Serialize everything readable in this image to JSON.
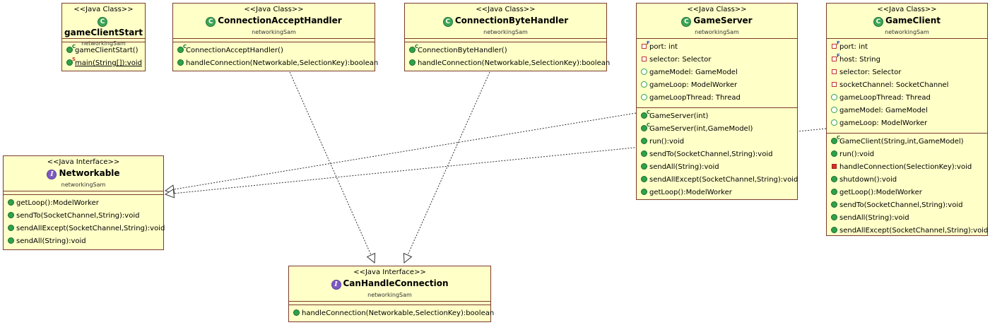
{
  "diagram": {
    "classes": [
      {
        "id": "gameClientStart",
        "stereotype": "<<Java Class>>",
        "kind": "class",
        "name": "gameClientStart",
        "package": "networkingSam",
        "fields": [],
        "methods": [
          {
            "text": "gameClientStart()",
            "vis": "public",
            "mod": "C"
          },
          {
            "text": "main(String[]):void",
            "vis": "public",
            "mod": "S",
            "static": true
          }
        ]
      },
      {
        "id": "ConnectionAcceptHandler",
        "stereotype": "<<Java Class>>",
        "kind": "class",
        "name": "ConnectionAcceptHandler",
        "package": "networkingSam",
        "fields": [],
        "methods": [
          {
            "text": "ConnectionAcceptHandler()",
            "vis": "public",
            "mod": "C"
          },
          {
            "text": "handleConnection(Networkable,SelectionKey):boolean",
            "vis": "public"
          }
        ]
      },
      {
        "id": "ConnectionByteHandler",
        "stereotype": "<<Java Class>>",
        "kind": "class",
        "name": "ConnectionByteHandler",
        "package": "networkingSam",
        "fields": [],
        "methods": [
          {
            "text": "ConnectionByteHandler()",
            "vis": "public",
            "mod": "C"
          },
          {
            "text": "handleConnection(Networkable,SelectionKey):boolean",
            "vis": "public"
          }
        ]
      },
      {
        "id": "GameServer",
        "stereotype": "<<Java Class>>",
        "kind": "class",
        "name": "GameServer",
        "package": "networkingSam",
        "fields": [
          {
            "text": "port: int",
            "vis": "private",
            "mod": "F"
          },
          {
            "text": "selector: Selector",
            "vis": "private"
          },
          {
            "text": "gameModel: GameModel",
            "vis": "package"
          },
          {
            "text": "gameLoop: ModelWorker",
            "vis": "package"
          },
          {
            "text": "gameLoopThread: Thread",
            "vis": "package"
          }
        ],
        "methods": [
          {
            "text": "GameServer(int)",
            "vis": "public",
            "mod": "C"
          },
          {
            "text": "GameServer(int,GameModel)",
            "vis": "public",
            "mod": "C"
          },
          {
            "text": "run():void",
            "vis": "public"
          },
          {
            "text": "sendTo(SocketChannel,String):void",
            "vis": "public"
          },
          {
            "text": "sendAll(String):void",
            "vis": "public"
          },
          {
            "text": "sendAllExcept(SocketChannel,String):void",
            "vis": "public"
          },
          {
            "text": "getLoop():ModelWorker",
            "vis": "public"
          }
        ]
      },
      {
        "id": "GameClient",
        "stereotype": "<<Java Class>>",
        "kind": "class",
        "name": "GameClient",
        "package": "networkingSam",
        "fields": [
          {
            "text": "port: int",
            "vis": "private",
            "mod": "F"
          },
          {
            "text": "host: String",
            "vis": "private",
            "mod": "F"
          },
          {
            "text": "selector: Selector",
            "vis": "private"
          },
          {
            "text": "socketChannel: SocketChannel",
            "vis": "private"
          },
          {
            "text": "gameLoopThread: Thread",
            "vis": "package"
          },
          {
            "text": "gameModel: GameModel",
            "vis": "package"
          },
          {
            "text": "gameLoop: ModelWorker",
            "vis": "package"
          }
        ],
        "methods": [
          {
            "text": "GameClient(String,int,GameModel)",
            "vis": "public",
            "mod": "C"
          },
          {
            "text": "run():void",
            "vis": "public"
          },
          {
            "text": "handleConnection(SelectionKey):void",
            "vis": "privatemethod"
          },
          {
            "text": "shutdown():void",
            "vis": "public"
          },
          {
            "text": "getLoop():ModelWorker",
            "vis": "public"
          },
          {
            "text": "sendTo(SocketChannel,String):void",
            "vis": "public"
          },
          {
            "text": "sendAll(String):void",
            "vis": "public"
          },
          {
            "text": "sendAllExcept(SocketChannel,String):void",
            "vis": "public"
          }
        ]
      },
      {
        "id": "Networkable",
        "stereotype": "<<Java Interface>>",
        "kind": "interface",
        "name": "Networkable",
        "package": "networkingSam",
        "fields": [],
        "methods": [
          {
            "text": "getLoop():ModelWorker",
            "vis": "public"
          },
          {
            "text": "sendTo(SocketChannel,String):void",
            "vis": "public"
          },
          {
            "text": "sendAllExcept(SocketChannel,String):void",
            "vis": "public"
          },
          {
            "text": "sendAll(String):void",
            "vis": "public"
          }
        ]
      },
      {
        "id": "CanHandleConnection",
        "stereotype": "<<Java Interface>>",
        "kind": "interface",
        "name": "CanHandleConnection",
        "package": "networkingSam",
        "fields": [],
        "methods": [
          {
            "text": "handleConnection(Networkable,SelectionKey):boolean",
            "vis": "public"
          }
        ]
      }
    ],
    "relations": [
      {
        "from": "ConnectionAcceptHandler",
        "to": "CanHandleConnection",
        "type": "realization"
      },
      {
        "from": "ConnectionByteHandler",
        "to": "CanHandleConnection",
        "type": "realization"
      },
      {
        "from": "GameServer",
        "to": "Networkable",
        "type": "realization"
      },
      {
        "from": "GameClient",
        "to": "Networkable",
        "type": "realization"
      }
    ]
  }
}
